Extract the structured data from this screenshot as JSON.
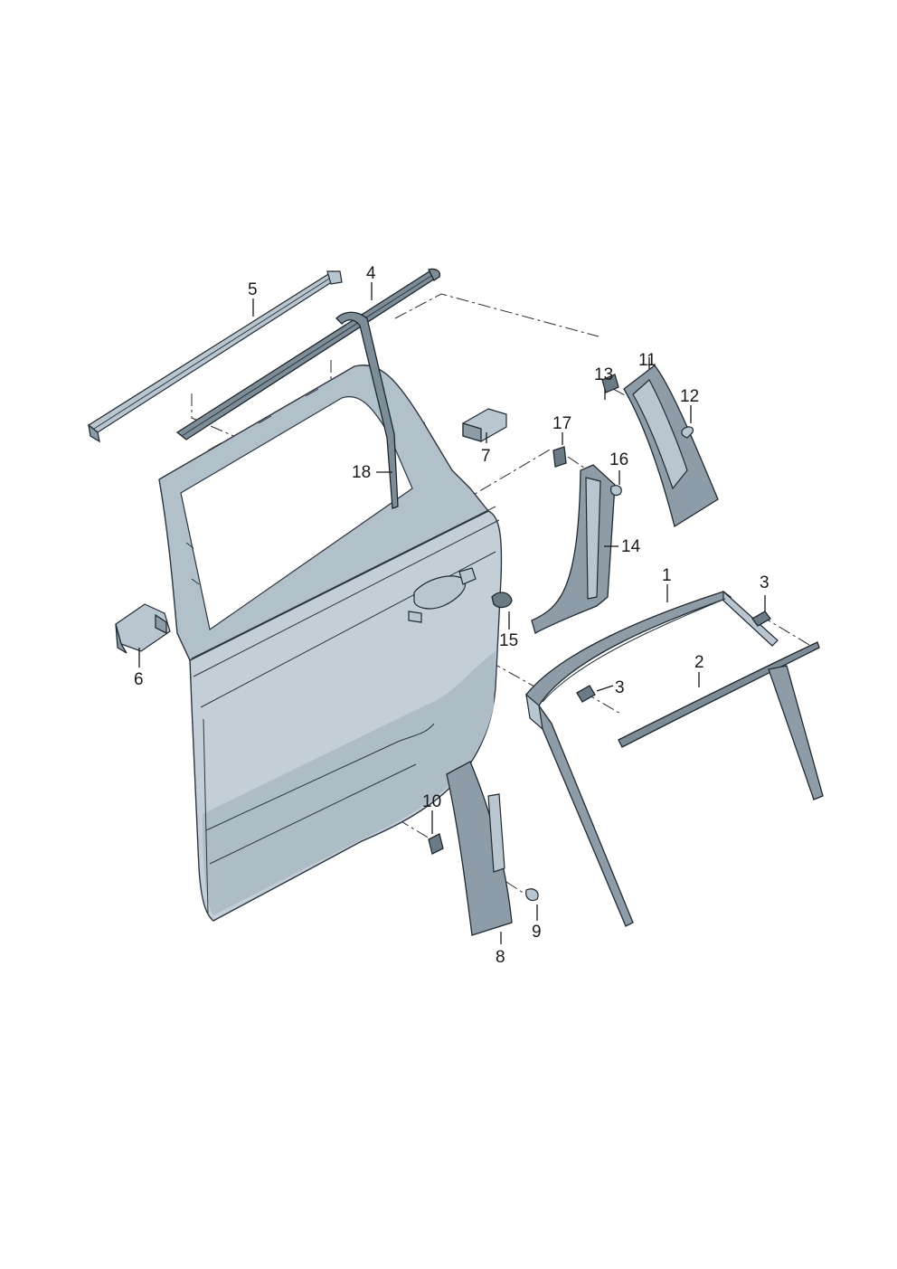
{
  "diagram": {
    "callouts": [
      {
        "id": "c1",
        "label": "1"
      },
      {
        "id": "c2",
        "label": "2"
      },
      {
        "id": "c3a",
        "label": "3"
      },
      {
        "id": "c3b",
        "label": "3"
      },
      {
        "id": "c4",
        "label": "4"
      },
      {
        "id": "c5",
        "label": "5"
      },
      {
        "id": "c6",
        "label": "6"
      },
      {
        "id": "c7",
        "label": "7"
      },
      {
        "id": "c8",
        "label": "8"
      },
      {
        "id": "c9",
        "label": "9"
      },
      {
        "id": "c10",
        "label": "10"
      },
      {
        "id": "c11",
        "label": "11"
      },
      {
        "id": "c12",
        "label": "12"
      },
      {
        "id": "c13",
        "label": "13"
      },
      {
        "id": "c14",
        "label": "14"
      },
      {
        "id": "c15",
        "label": "15"
      },
      {
        "id": "c16",
        "label": "16"
      },
      {
        "id": "c17",
        "label": "17"
      },
      {
        "id": "c18",
        "label": "18"
      }
    ]
  }
}
